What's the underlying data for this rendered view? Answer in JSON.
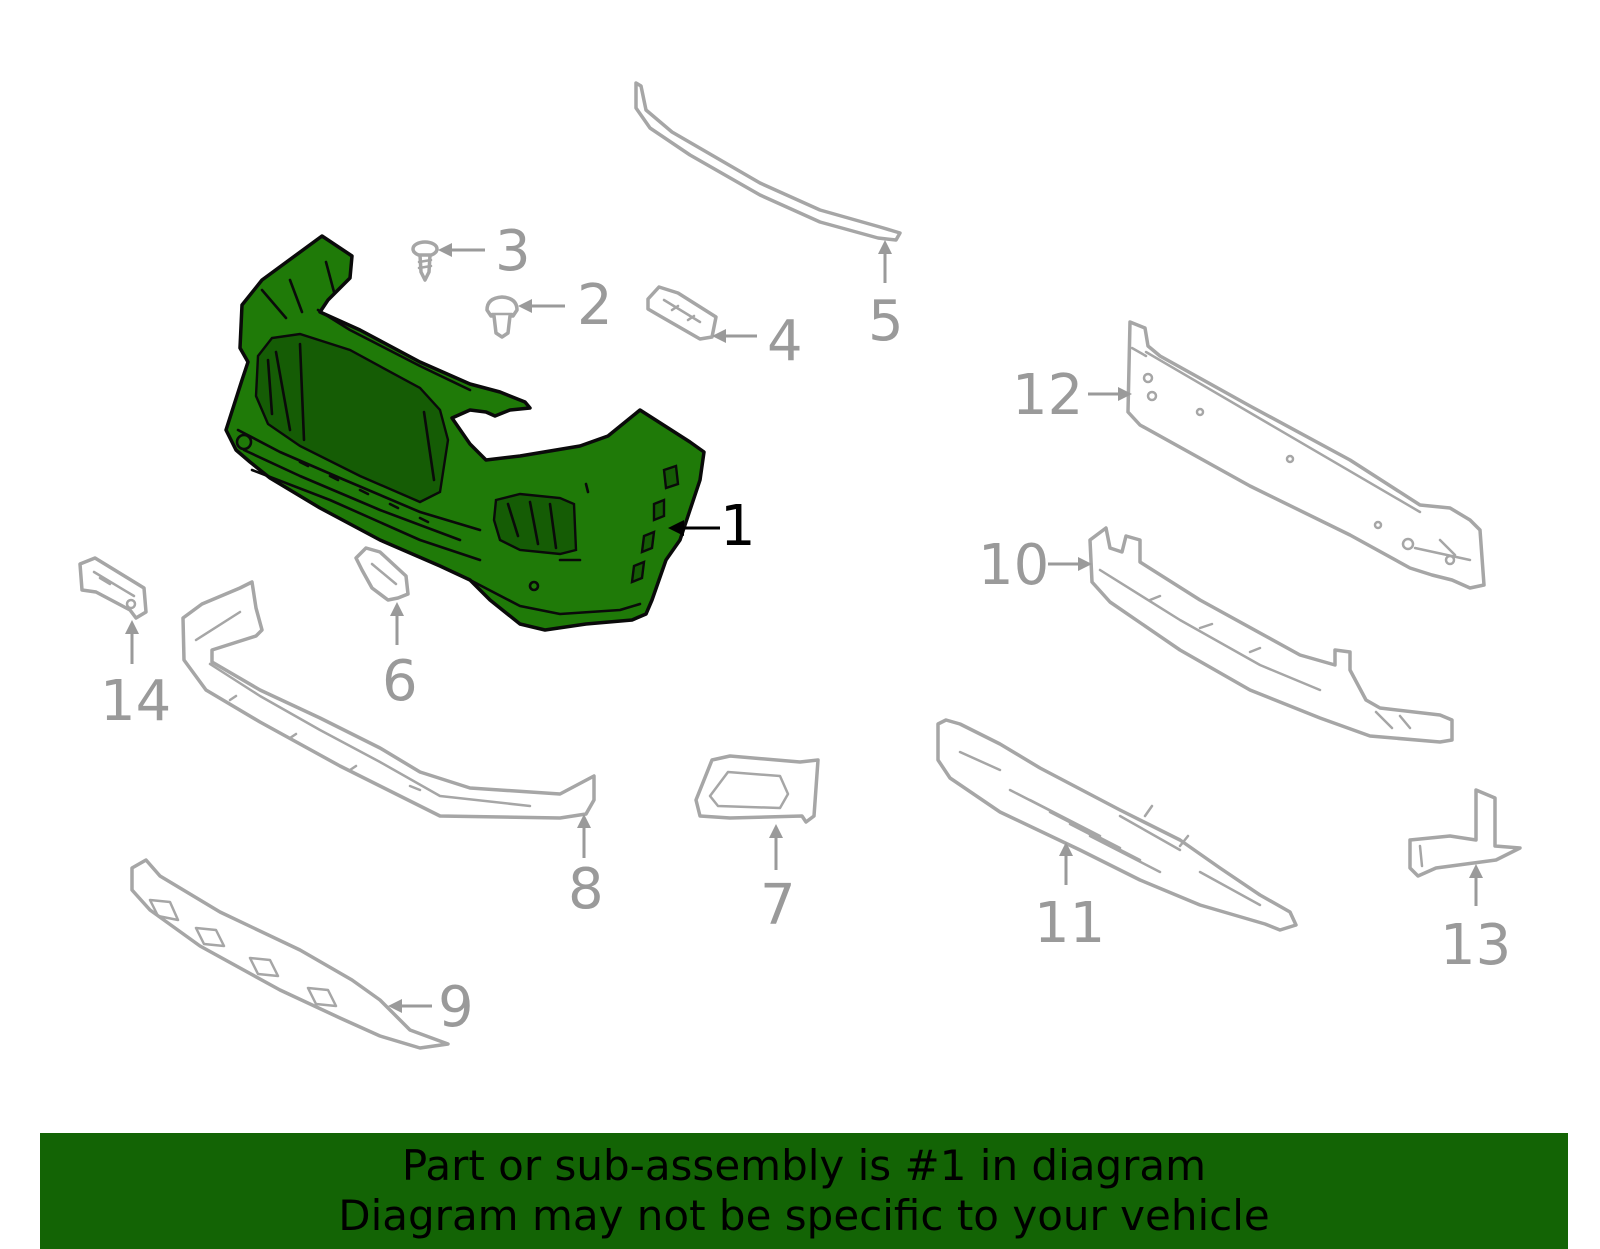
{
  "diagram": {
    "highlight_color": "#1f7a08",
    "part_stroke_color": "#a6a6a6",
    "callouts": [
      {
        "id": "1",
        "label": "1",
        "active": true
      },
      {
        "id": "2",
        "label": "2",
        "active": false
      },
      {
        "id": "3",
        "label": "3",
        "active": false
      },
      {
        "id": "4",
        "label": "4",
        "active": false
      },
      {
        "id": "5",
        "label": "5",
        "active": false
      },
      {
        "id": "6",
        "label": "6",
        "active": false
      },
      {
        "id": "7",
        "label": "7",
        "active": false
      },
      {
        "id": "8",
        "label": "8",
        "active": false
      },
      {
        "id": "9",
        "label": "9",
        "active": false
      },
      {
        "id": "10",
        "label": "10",
        "active": false
      },
      {
        "id": "11",
        "label": "11",
        "active": false
      },
      {
        "id": "12",
        "label": "12",
        "active": false
      },
      {
        "id": "13",
        "label": "13",
        "active": false
      },
      {
        "id": "14",
        "label": "14",
        "active": false
      }
    ]
  },
  "banner": {
    "background_color": "#136405",
    "line1": "Part or sub-assembly is #1 in diagram",
    "line2": "Diagram may not be specific to your vehicle"
  }
}
